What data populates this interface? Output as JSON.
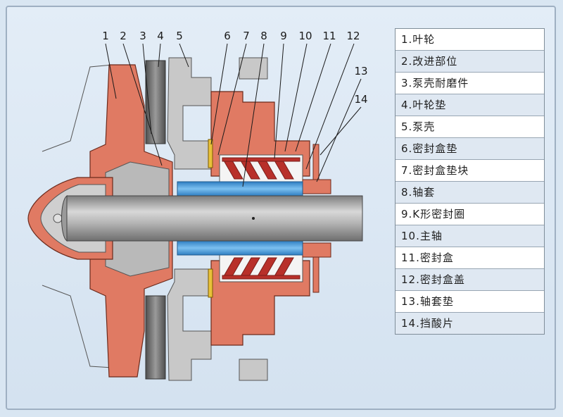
{
  "callouts": [
    "1",
    "2",
    "3",
    "4",
    "5",
    "6",
    "7",
    "8",
    "9",
    "10",
    "11",
    "12",
    "13",
    "14"
  ],
  "legend": [
    "1.叶轮",
    "2.改进部位",
    "3.泵壳耐磨件",
    "4.叶轮垫",
    "5.泵壳",
    "6.密封盒垫",
    "7.密封盒垫块",
    "8.轴套",
    "9.K形密封圈",
    "10.主轴",
    "11.密封盒",
    "12.密封盒盖",
    "13.轴套垫",
    "14.挡酸片"
  ],
  "colors": {
    "impeller": "#e07a63",
    "casing": "#cfcfcf",
    "wear_part": "#6f6f6f",
    "sleeve": "#4f9ed8",
    "shaft": "#9a9a9a",
    "seal_ring": "#b8302a",
    "seal_outline": "#7a1e1a",
    "leader": "#1a1a1a",
    "gasket": "#e8c13a"
  }
}
